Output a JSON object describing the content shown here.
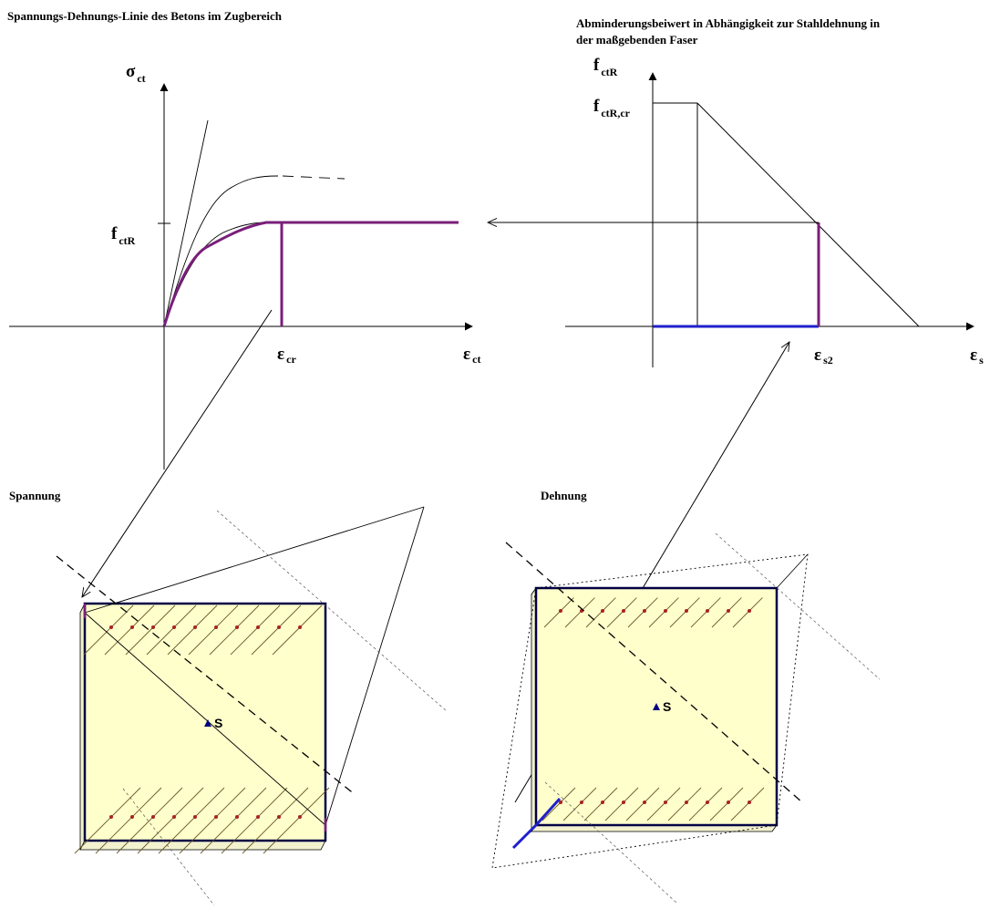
{
  "titles": {
    "stress_strain": "Spannungs-Dehnungs-Linie des Betons im Zugbereich",
    "reduction_line1": "Abminderungsbeiwert in Abhängigkeit zur Stahldehnung in",
    "reduction_line2": "der maßgebenden Faser",
    "spannung": "Spannung",
    "dehnung": "Dehnung"
  },
  "left_chart": {
    "y_axis": {
      "main": "σ",
      "sub": "ct"
    },
    "x_axis": {
      "main": "ε",
      "sub": "ct"
    },
    "y_tick": {
      "main": "f",
      "sub": "ctR"
    },
    "x_tick": {
      "main": "ε",
      "sub": "cr"
    }
  },
  "right_chart": {
    "y_axis": {
      "main": "f",
      "sub": "ctR"
    },
    "y_tick": {
      "main": "f",
      "sub": "ctR,cr"
    },
    "x_axis": {
      "main": "ε",
      "sub": "s"
    },
    "x_tick": {
      "main": "ε",
      "sub": "s2"
    }
  },
  "centroid_label": "S",
  "colors": {
    "section_fill": "#ffffcc",
    "section_border": "#000044",
    "stress_curve": "#7a1f7a",
    "strain_line": "#1f1fcc",
    "rebar_dot": "#aa2222",
    "rebar_line": "#6b5a2a",
    "centroid": "#000080"
  }
}
